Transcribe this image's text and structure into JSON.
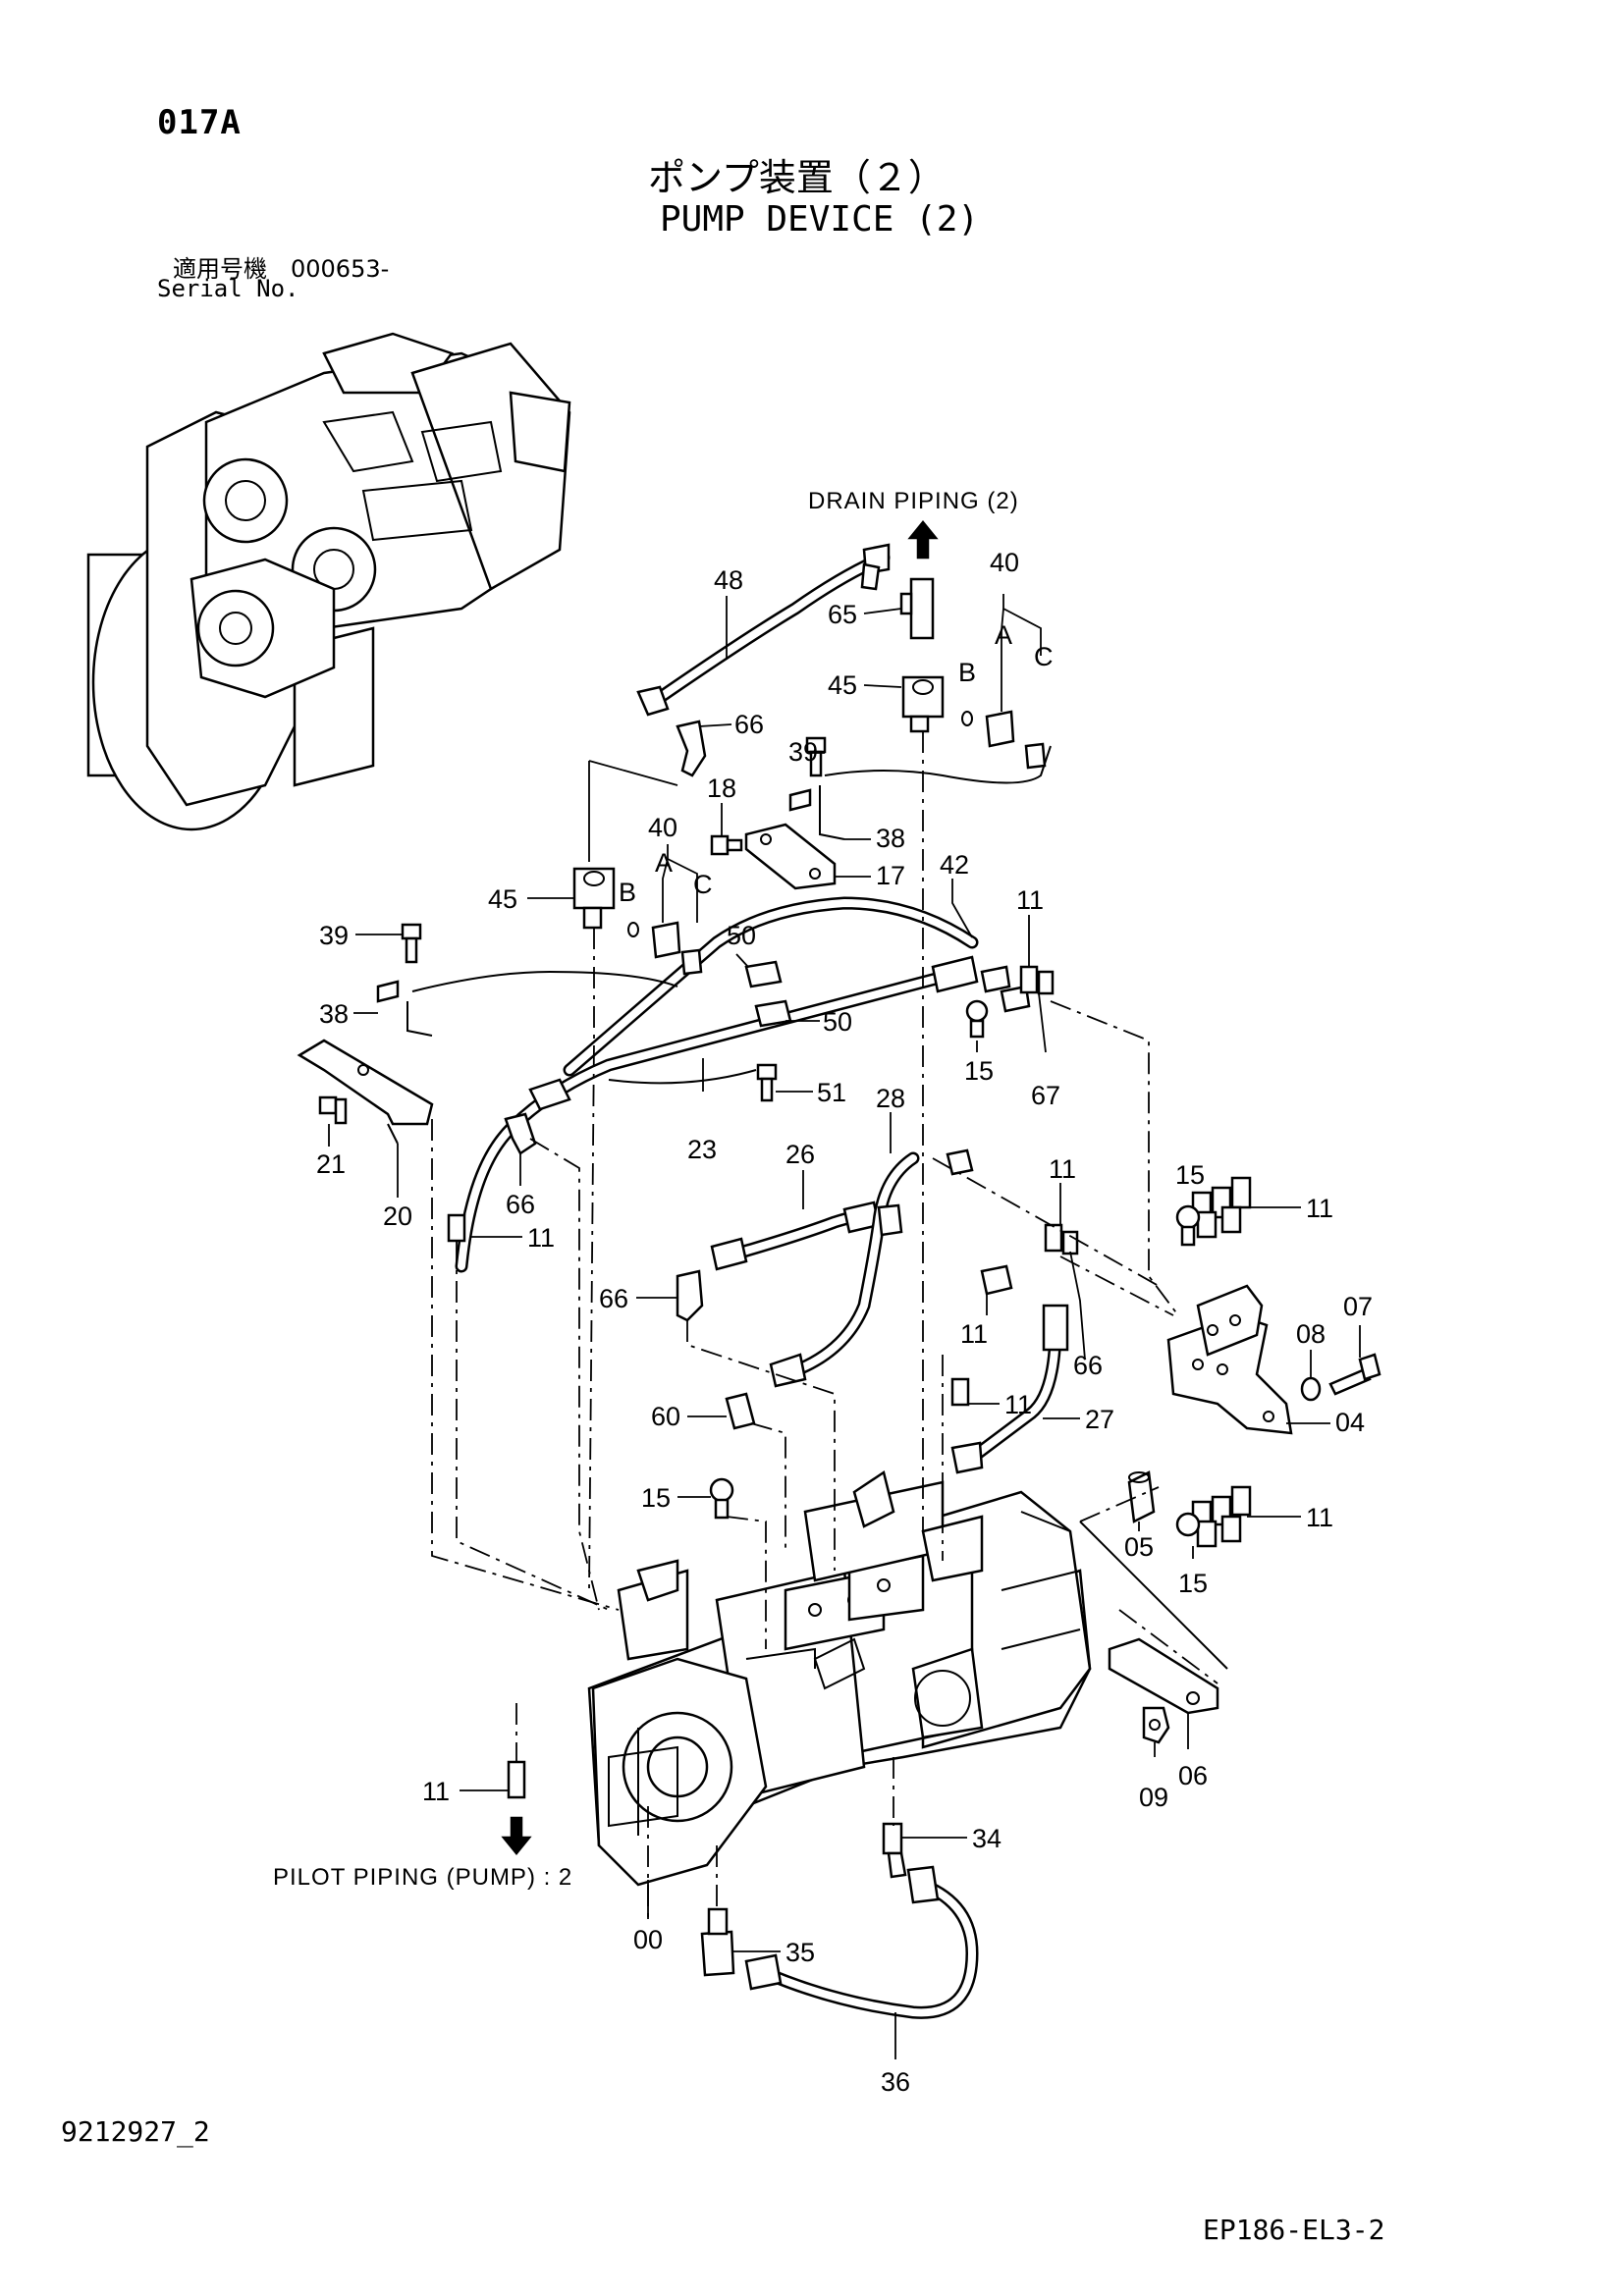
{
  "header": {
    "page_code": "017A",
    "title_ja": "ポンプ装置（２）",
    "title_en": "PUMP DEVICE (2)",
    "serial_label_ja": "適用号機　000653-",
    "serial_label_en": "Serial No."
  },
  "notes": {
    "drain_piping": "DRAIN PIPING (2)",
    "pilot_piping": "PILOT PIPING (PUMP) : 2"
  },
  "callouts": {
    "c48": "48",
    "c65": "65",
    "c45a": "45",
    "c40a": "40",
    "cA1": "A",
    "cB1": "B",
    "cC1": "C",
    "c66a": "66",
    "c39a": "39",
    "c18": "18",
    "c38a": "38",
    "c17": "17",
    "c40b": "40",
    "cA2": "A",
    "cB2": "B",
    "cC2": "C",
    "c45b": "45",
    "c42": "42",
    "c11a": "11",
    "c39b": "39",
    "c50a": "50",
    "c50b": "50",
    "c38b": "38",
    "c15a": "15",
    "c67": "67",
    "c51": "51",
    "c21": "21",
    "c20": "20",
    "c66b": "66",
    "c23": "23",
    "c28": "28",
    "c26": "26",
    "c11b": "11",
    "c11c": "11",
    "c15b": "15",
    "c11d": "11",
    "c07": "07",
    "c66c": "66",
    "c11e": "11",
    "c66d": "66",
    "c08": "08",
    "c04": "04",
    "c60": "60",
    "c11f": "11",
    "c27": "27",
    "c15c": "15",
    "c11g": "11",
    "c05": "05",
    "c15d": "15",
    "c11h": "11",
    "c09": "09",
    "c06": "06",
    "c34": "34",
    "c00": "00",
    "c35": "35",
    "c36": "36"
  },
  "footer": {
    "drawing_id": "9212927_2",
    "ref_code": "EP186-EL3-2"
  }
}
